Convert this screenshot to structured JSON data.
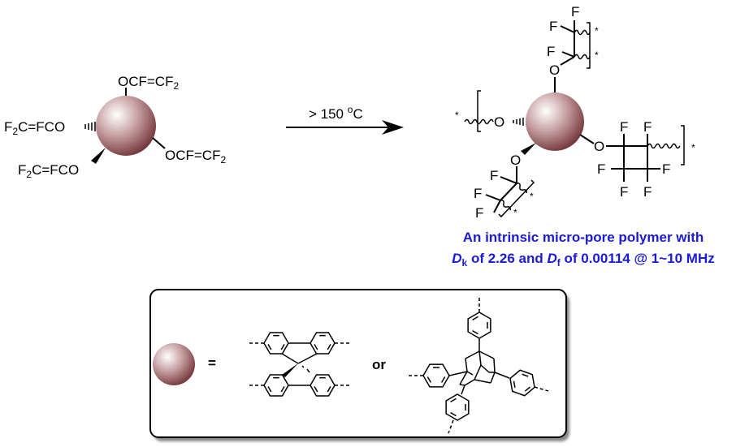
{
  "reactant": {
    "top_group": "OCF=CF",
    "top_sub": "2",
    "left_group_pre": "F",
    "left_group_sub": "2",
    "left_group_post": "C=FCO",
    "right_group": "OCF=CF",
    "right_sub": "2",
    "bottom_group_pre": "F",
    "bottom_group_sub": "2",
    "bottom_group_post": "C=FCO"
  },
  "condition": {
    "prefix": "> 150 ",
    "degree": "o",
    "unit": "C"
  },
  "product": {
    "atom_o": "O",
    "atom_f": "F",
    "asterisk": "*"
  },
  "caption": {
    "line1": "An intrinsic micro-pore polymer with",
    "dk_symbol": "D",
    "dk_sub": "k",
    "dk_text": " of 2.26 and ",
    "df_symbol": "D",
    "df_sub": "f",
    "df_text": " of 0.00114 @ 1~10 MHz"
  },
  "legend": {
    "equals": "=",
    "or": "or"
  },
  "colors": {
    "caption": "#1a1adc",
    "sphere_dark": "#7a3a3e"
  }
}
